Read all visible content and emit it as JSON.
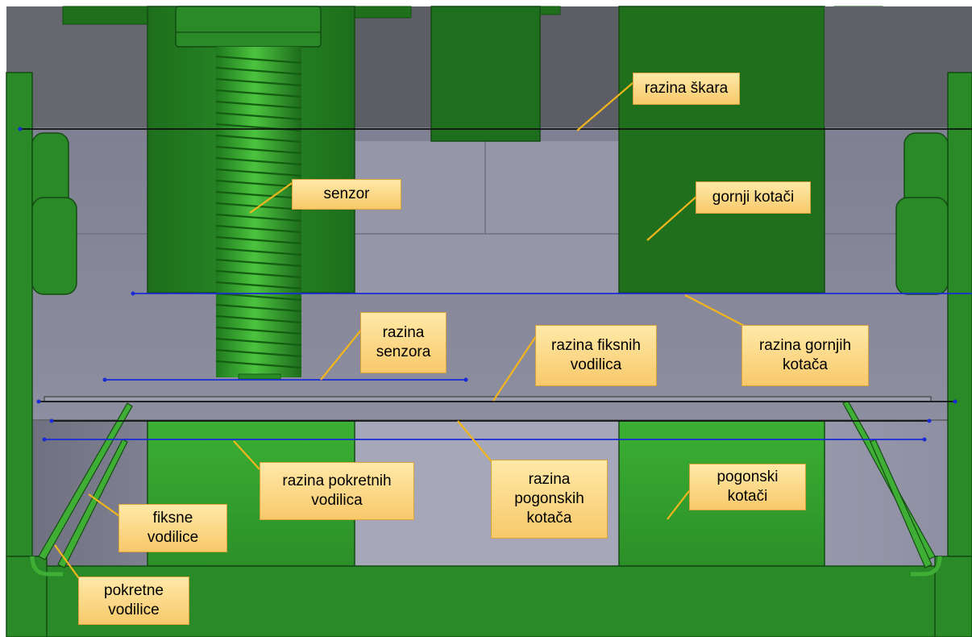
{
  "labels": {
    "razina_skara": "razina škara",
    "senzor": "senzor",
    "gornji_kotaci": "gornji kotači",
    "razina_senzora": "razina\nsenzora",
    "razina_fiksnih_vodilica": "razina fiksnih\nvodilica",
    "razina_gornjih_kotaca": "razina gornjih\nkotača",
    "razina_pokretnih_vodilica": "razina pokretnih\nvodilica",
    "razina_pogonskih_kotaca": "razina\npogonskih\nkotača",
    "pogonski_kotaci": "pogonski\nkotači",
    "fiksne_vodilice": "fiksne\nvodilice",
    "pokretne_vodilice": "pokretne\nvodilice"
  },
  "colors": {
    "green_dark": "#1c6d1c",
    "green_mid": "#2e8b2a",
    "green_bright": "#3fae34",
    "grey_panel": "#8e8fa0",
    "grey_light": "#a9aabb",
    "grey_dark": "#5d5e66",
    "level_line_blue": "#1a2bd6",
    "level_line_black": "#111111",
    "leader_orange": "#f2b61c",
    "callout_fill": "#ffd98a"
  }
}
